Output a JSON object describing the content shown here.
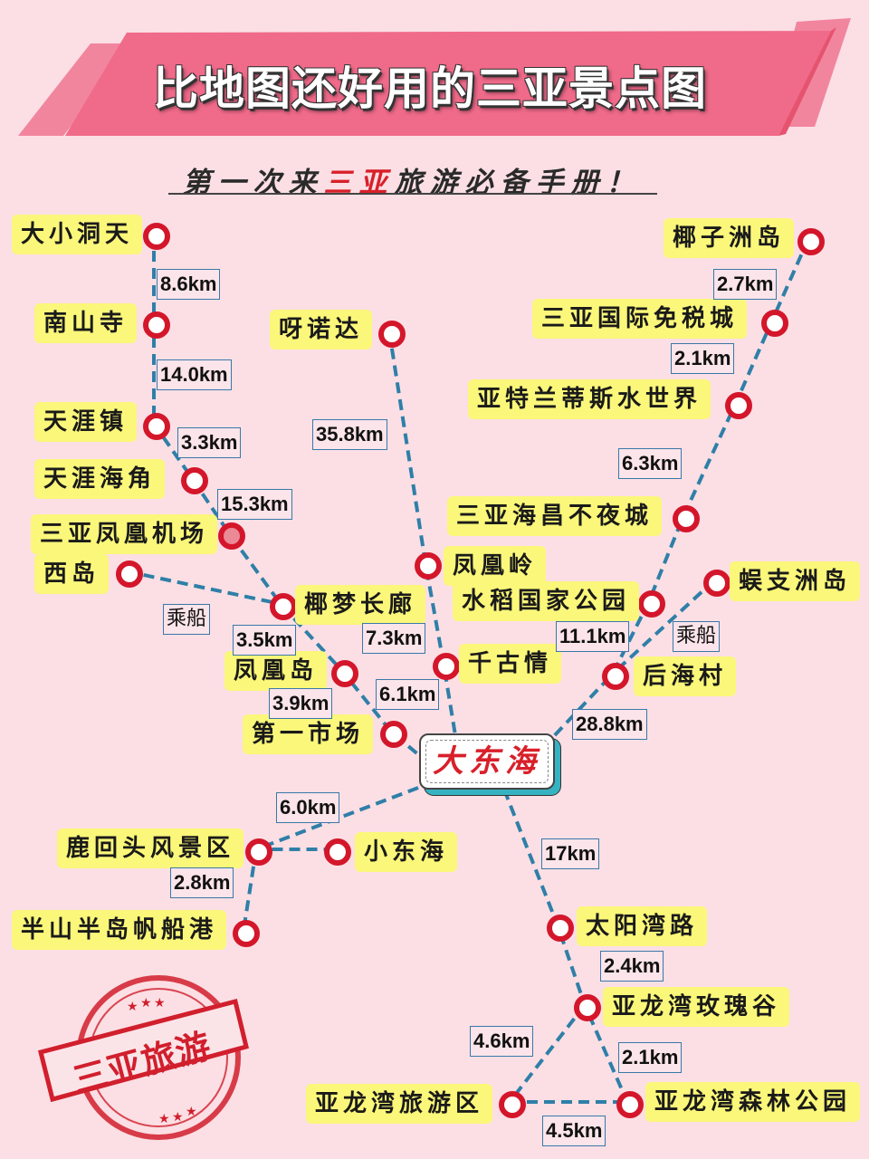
{
  "header": {
    "title": "比地图还好用的三亚景点图",
    "subtitle_pre": "第一次来",
    "subtitle_highlight": "三亚",
    "subtitle_post": "旅游必备手册！"
  },
  "colors": {
    "background": "#fbdfe4",
    "banner": "#f06a8a",
    "station_ring": "#d4162b",
    "route_line": "#2f7fa8",
    "label_bg": "#fbf77a",
    "hub_text": "#d8202a",
    "hub_shadow": "#36b3c3",
    "stamp": "#d11f2d"
  },
  "hub": {
    "name": "大东海"
  },
  "stations": [
    {
      "id": "daxiaodongtian",
      "name": "大小洞天"
    },
    {
      "id": "nanshansi",
      "name": "南山寺"
    },
    {
      "id": "tianyazhen",
      "name": "天涯镇"
    },
    {
      "id": "tianyahaijiao",
      "name": "天涯海角"
    },
    {
      "id": "airport",
      "name": "三亚凤凰机场"
    },
    {
      "id": "xidao",
      "name": "西岛"
    },
    {
      "id": "yemengchanglang",
      "name": "椰梦长廊"
    },
    {
      "id": "fenghuangdao",
      "name": "凤凰岛"
    },
    {
      "id": "diyishichang",
      "name": "第一市场"
    },
    {
      "id": "yanuoda",
      "name": "呀诺达"
    },
    {
      "id": "fenghuangling",
      "name": "凤凰岭"
    },
    {
      "id": "qianguqing",
      "name": "千古情"
    },
    {
      "id": "yeziizhoudao",
      "name": "椰子洲岛"
    },
    {
      "id": "dutyfree",
      "name": "三亚国际免税城"
    },
    {
      "id": "atlantis",
      "name": "亚特兰蒂斯水世界"
    },
    {
      "id": "haichang",
      "name": "三亚海昌不夜城"
    },
    {
      "id": "shuidao",
      "name": "水稻国家公园"
    },
    {
      "id": "wuzhizhou",
      "name": "蜈支洲岛"
    },
    {
      "id": "houhaicun",
      "name": "后海村"
    },
    {
      "id": "luhuitou",
      "name": "鹿回头风景区"
    },
    {
      "id": "xiaodonghai",
      "name": "小东海"
    },
    {
      "id": "banshanbandao",
      "name": "半山半岛帆船港"
    },
    {
      "id": "taiyangwan",
      "name": "太阳湾路"
    },
    {
      "id": "meiguigu",
      "name": "亚龙湾玫瑰谷"
    },
    {
      "id": "yalongwan",
      "name": "亚龙湾旅游区"
    },
    {
      "id": "senlin",
      "name": "亚龙湾森林公园"
    }
  ],
  "distances": [
    {
      "from": "大小洞天",
      "to": "南山寺",
      "label": "8.6km"
    },
    {
      "from": "南山寺",
      "to": "天涯镇",
      "label": "14.0km"
    },
    {
      "from": "天涯镇",
      "to": "天涯海角",
      "label": "3.3km"
    },
    {
      "from": "天涯海角",
      "to": "三亚凤凰机场",
      "label": "15.3km"
    },
    {
      "from": "西岛",
      "to": "椰梦长廊",
      "label": "乘船"
    },
    {
      "from": "椰梦长廊",
      "to": "凤凰岛",
      "label": "3.5km"
    },
    {
      "from": "凤凰岛",
      "to": "第一市场",
      "label": "3.9km"
    },
    {
      "from": "呀诺达",
      "to": "凤凰岭",
      "label": "35.8km"
    },
    {
      "from": "凤凰岭",
      "to": "千古情",
      "label": "7.3km"
    },
    {
      "from": "千古情",
      "to": "大东海",
      "label": "6.1km"
    },
    {
      "from": "椰子洲岛",
      "to": "三亚国际免税城",
      "label": "2.7km"
    },
    {
      "from": "三亚国际免税城",
      "to": "亚特兰蒂斯水世界",
      "label": "2.1km"
    },
    {
      "from": "亚特兰蒂斯水世界",
      "to": "三亚海昌不夜城",
      "label": "6.3km"
    },
    {
      "from": "水稻国家公园",
      "to": "后海村",
      "label": "11.1km"
    },
    {
      "from": "蜈支洲岛",
      "to": "后海村",
      "label": "乘船"
    },
    {
      "from": "后海村",
      "to": "大东海",
      "label": "28.8km"
    },
    {
      "from": "大东海",
      "to": "鹿回头风景区",
      "label": "6.0km"
    },
    {
      "from": "鹿回头风景区",
      "to": "半山半岛帆船港",
      "label": "2.8km"
    },
    {
      "from": "大东海",
      "to": "太阳湾路",
      "label": "17km"
    },
    {
      "from": "太阳湾路",
      "to": "亚龙湾玫瑰谷",
      "label": "2.4km"
    },
    {
      "from": "亚龙湾玫瑰谷",
      "to": "亚龙湾旅游区",
      "label": "4.6km"
    },
    {
      "from": "亚龙湾玫瑰谷",
      "to": "亚龙湾森林公园",
      "label": "2.1km"
    },
    {
      "from": "亚龙湾旅游区",
      "to": "亚龙湾森林公园",
      "label": "4.5km"
    }
  ],
  "stamp": {
    "text": "三亚旅游"
  }
}
